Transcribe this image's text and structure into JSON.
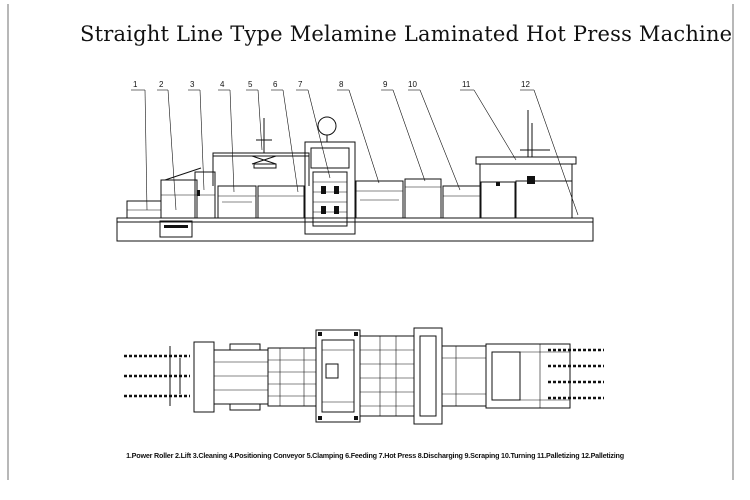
{
  "title": "Straight Line Type  Melamine Laminated Hot Press Machine",
  "callouts": [
    "1",
    "2",
    "3",
    "4",
    "5",
    "6",
    "7",
    "8",
    "9",
    "10",
    "11",
    "12"
  ],
  "legend": "1.Power Roller 2.Lift  3.Cleaning  4.Positioning Conveyor 5.Clamping 6.Feeding 7.Hot Press 8.Discharging 9.Scraping 10.Turning 11.Palletizing 12.Palletizing"
}
